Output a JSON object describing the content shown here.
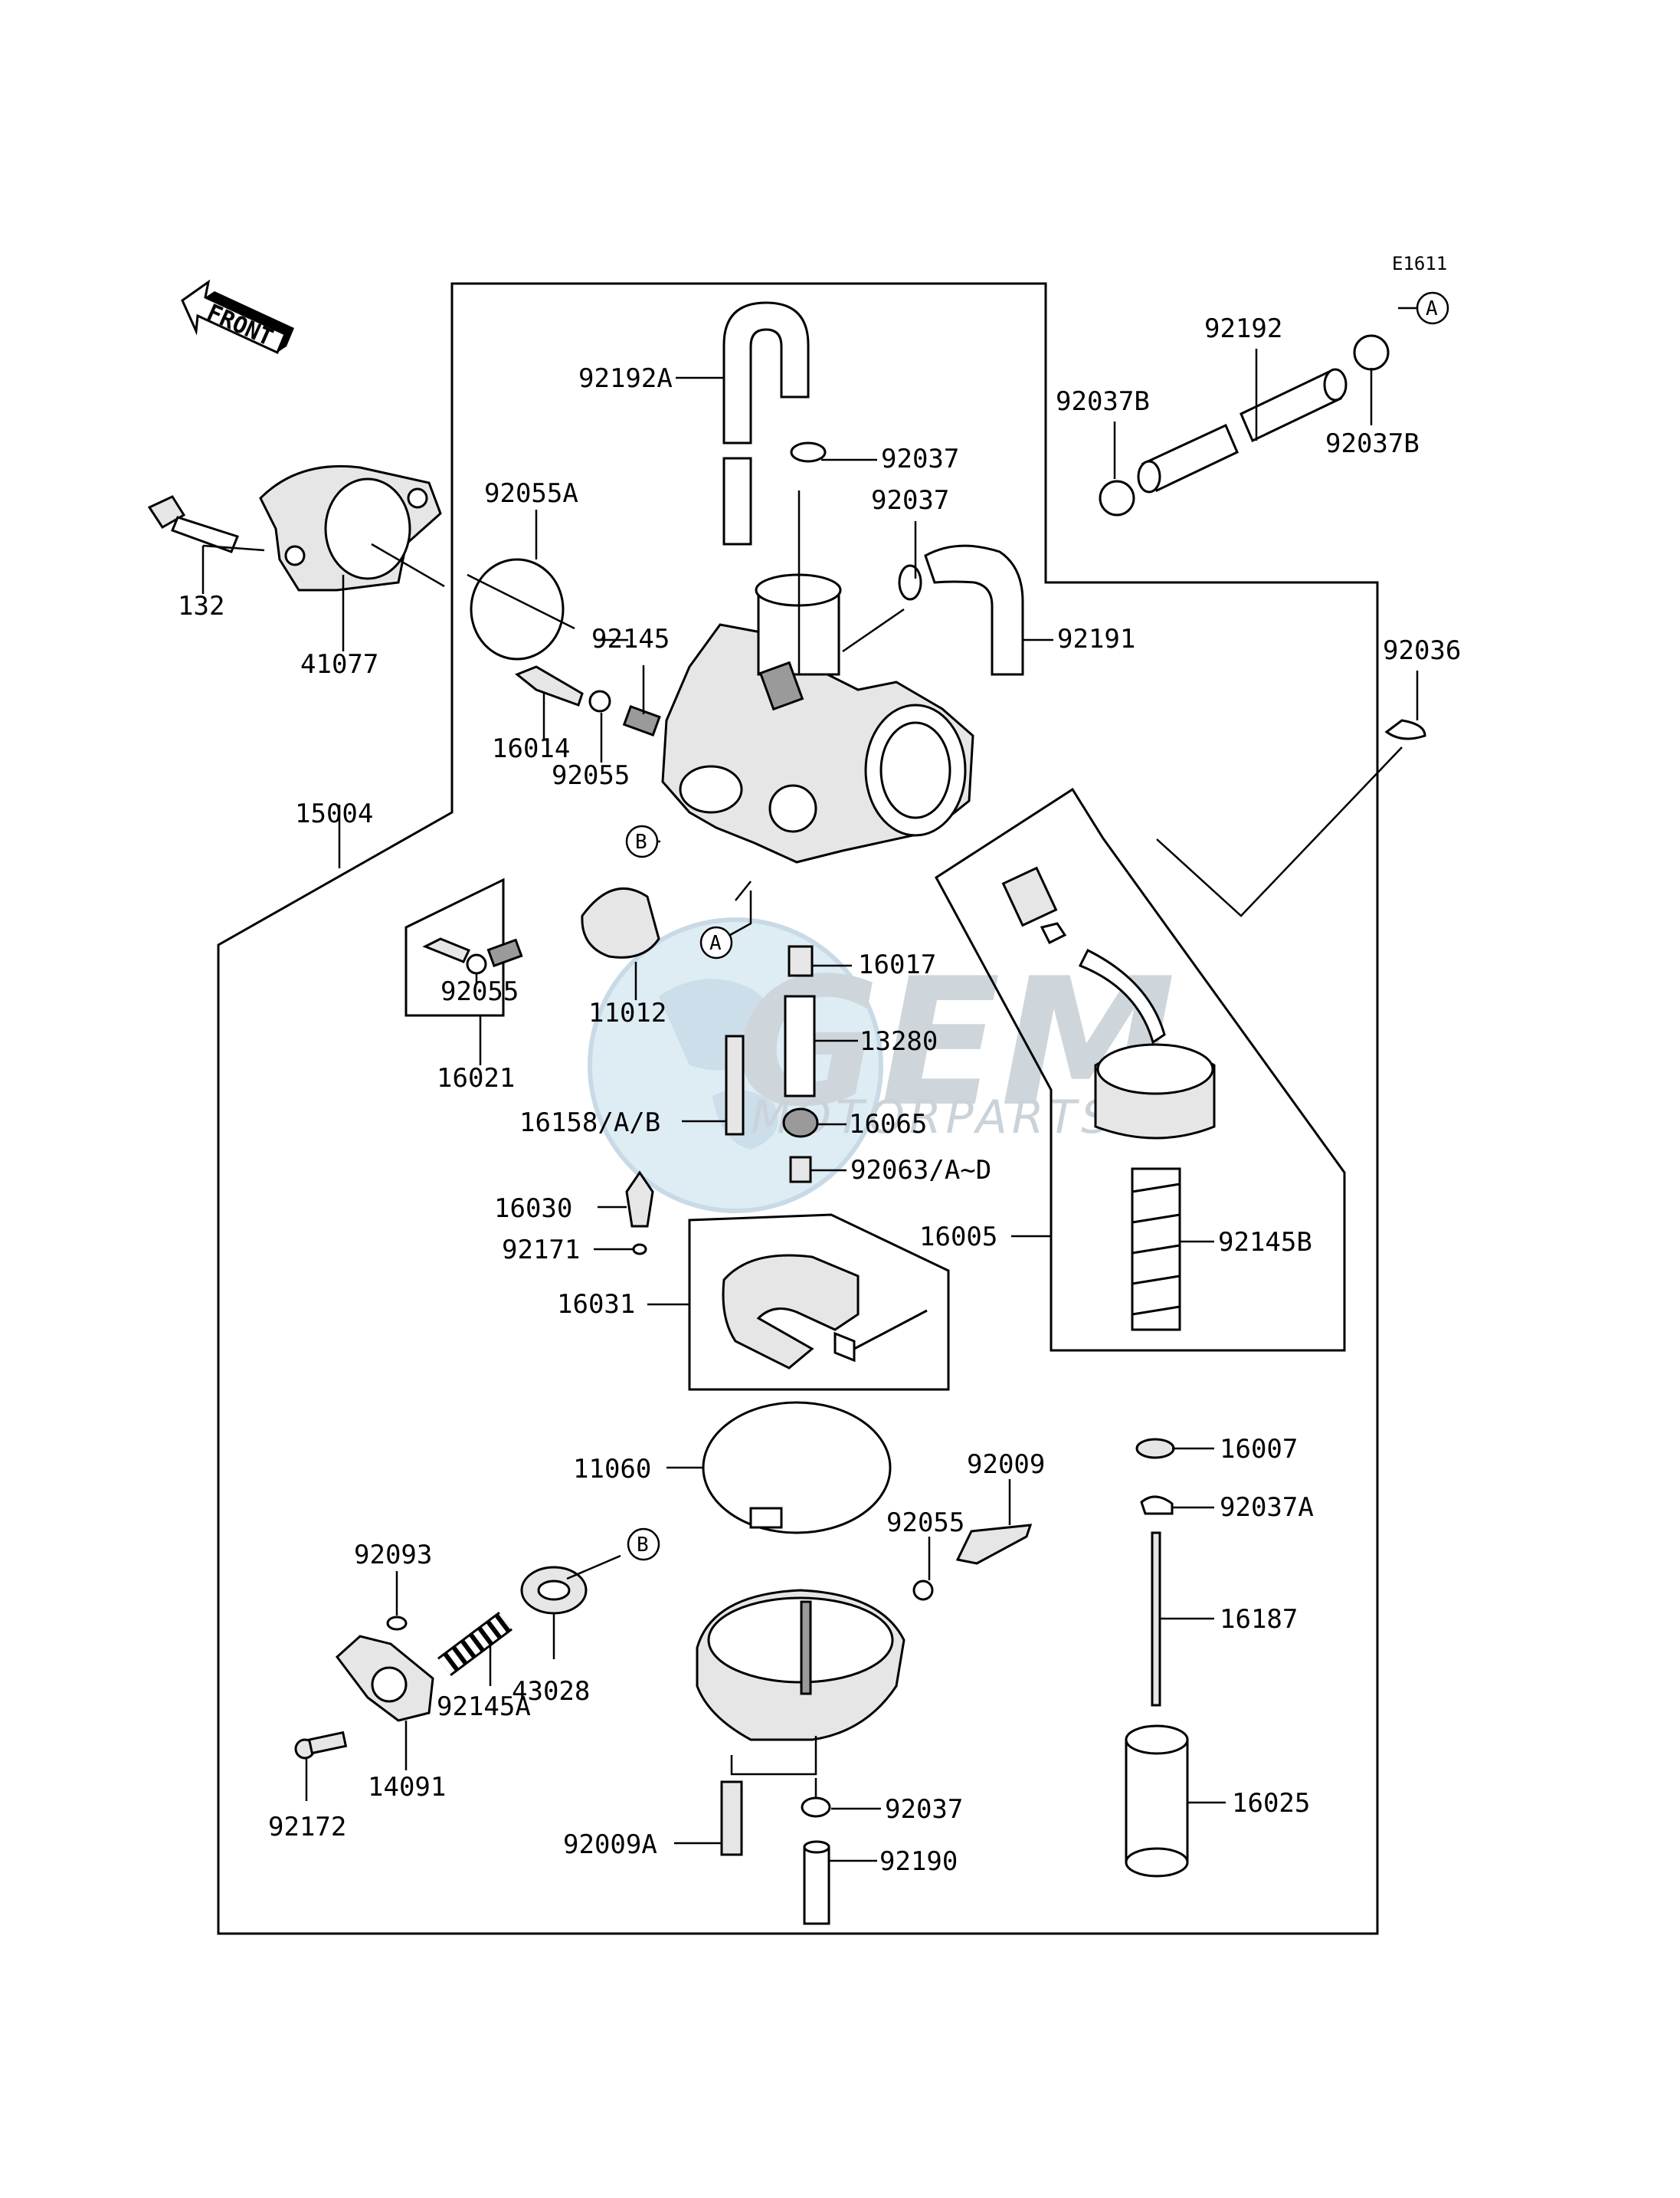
{
  "diagram_code": "E1611",
  "front_arrow_label": "FRONT",
  "callouts": {
    "A": "A",
    "B": "B"
  },
  "watermark": {
    "logo": "GEM",
    "text": "MOTORPARTS"
  },
  "parts": {
    "p92192A": "92192A",
    "p92037_top": "92037",
    "p92037_mid": "92037",
    "p92191": "92191",
    "p92192": "92192",
    "p92037B_left": "92037B",
    "p92037B_right": "92037B",
    "p92036": "92036",
    "p92055A": "92055A",
    "p132": "132",
    "p41077": "41077",
    "p92145": "92145",
    "p16014": "16014",
    "p92055_top": "92055",
    "p15004": "15004",
    "p92055_left": "92055",
    "p16021": "16021",
    "p11012": "11012",
    "p16017": "16017",
    "p13280": "13280",
    "p16158": "16158/A/B",
    "p16065": "16065",
    "p92063": "92063/A~D",
    "p16030": "16030",
    "p92171": "92171",
    "p16031": "16031",
    "p16005": "16005",
    "p92145B": "92145B",
    "p11060": "11060",
    "p92009": "92009",
    "p92055_bot": "92055",
    "p16007": "16007",
    "p92037A": "92037A",
    "p16187": "16187",
    "p92093": "92093",
    "p43028": "43028",
    "p92145A": "92145A",
    "p14091": "14091",
    "p92172": "92172",
    "p92009A": "92009A",
    "p92037_bot": "92037",
    "p92190": "92190",
    "p16025": "16025"
  }
}
